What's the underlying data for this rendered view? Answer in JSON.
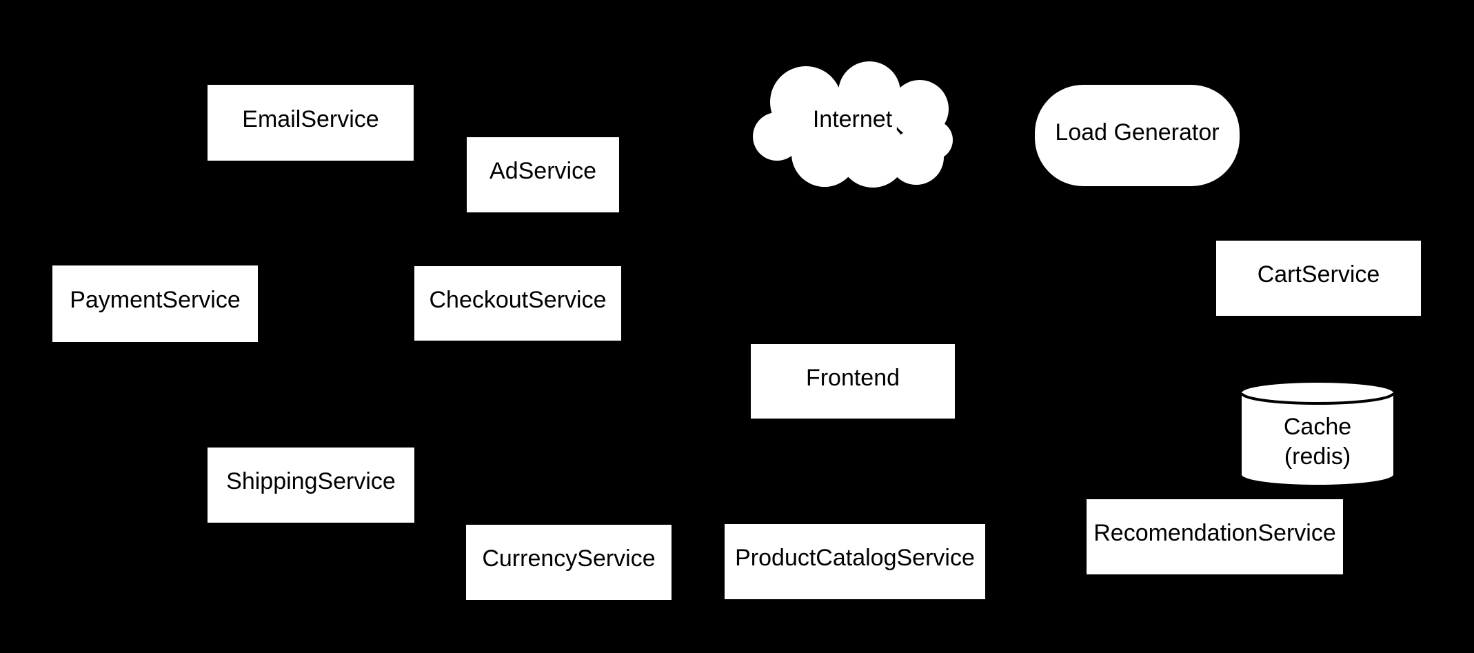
{
  "diagram": {
    "background_color": "#000000",
    "node_fill_color": "#ffffff",
    "node_text_color": "#000000",
    "cylinder_lid_stroke_color": "#000000",
    "nodes": [
      {
        "id": "email-service",
        "shape": "rect",
        "label": "EmailService"
      },
      {
        "id": "ad-service",
        "shape": "rect",
        "label": "AdService"
      },
      {
        "id": "internet",
        "shape": "cloud",
        "label": "Internet"
      },
      {
        "id": "load-generator",
        "shape": "stadium",
        "label": "Load Generator"
      },
      {
        "id": "payment-service",
        "shape": "rect",
        "label": "PaymentService"
      },
      {
        "id": "checkout-service",
        "shape": "rect",
        "label": "CheckoutService"
      },
      {
        "id": "cart-service",
        "shape": "rect",
        "label": "CartService"
      },
      {
        "id": "frontend",
        "shape": "rect",
        "label": "Frontend"
      },
      {
        "id": "cache-redis",
        "shape": "cylinder",
        "label_lines": [
          "Cache",
          "(redis)"
        ]
      },
      {
        "id": "shipping-service",
        "shape": "rect",
        "label": "ShippingService"
      },
      {
        "id": "recomendation-service",
        "shape": "rect",
        "label": "RecomendationService"
      },
      {
        "id": "currency-service",
        "shape": "rect",
        "label": "CurrencyService"
      },
      {
        "id": "product-catalog-service",
        "shape": "rect",
        "label": "ProductCatalogService"
      }
    ]
  }
}
